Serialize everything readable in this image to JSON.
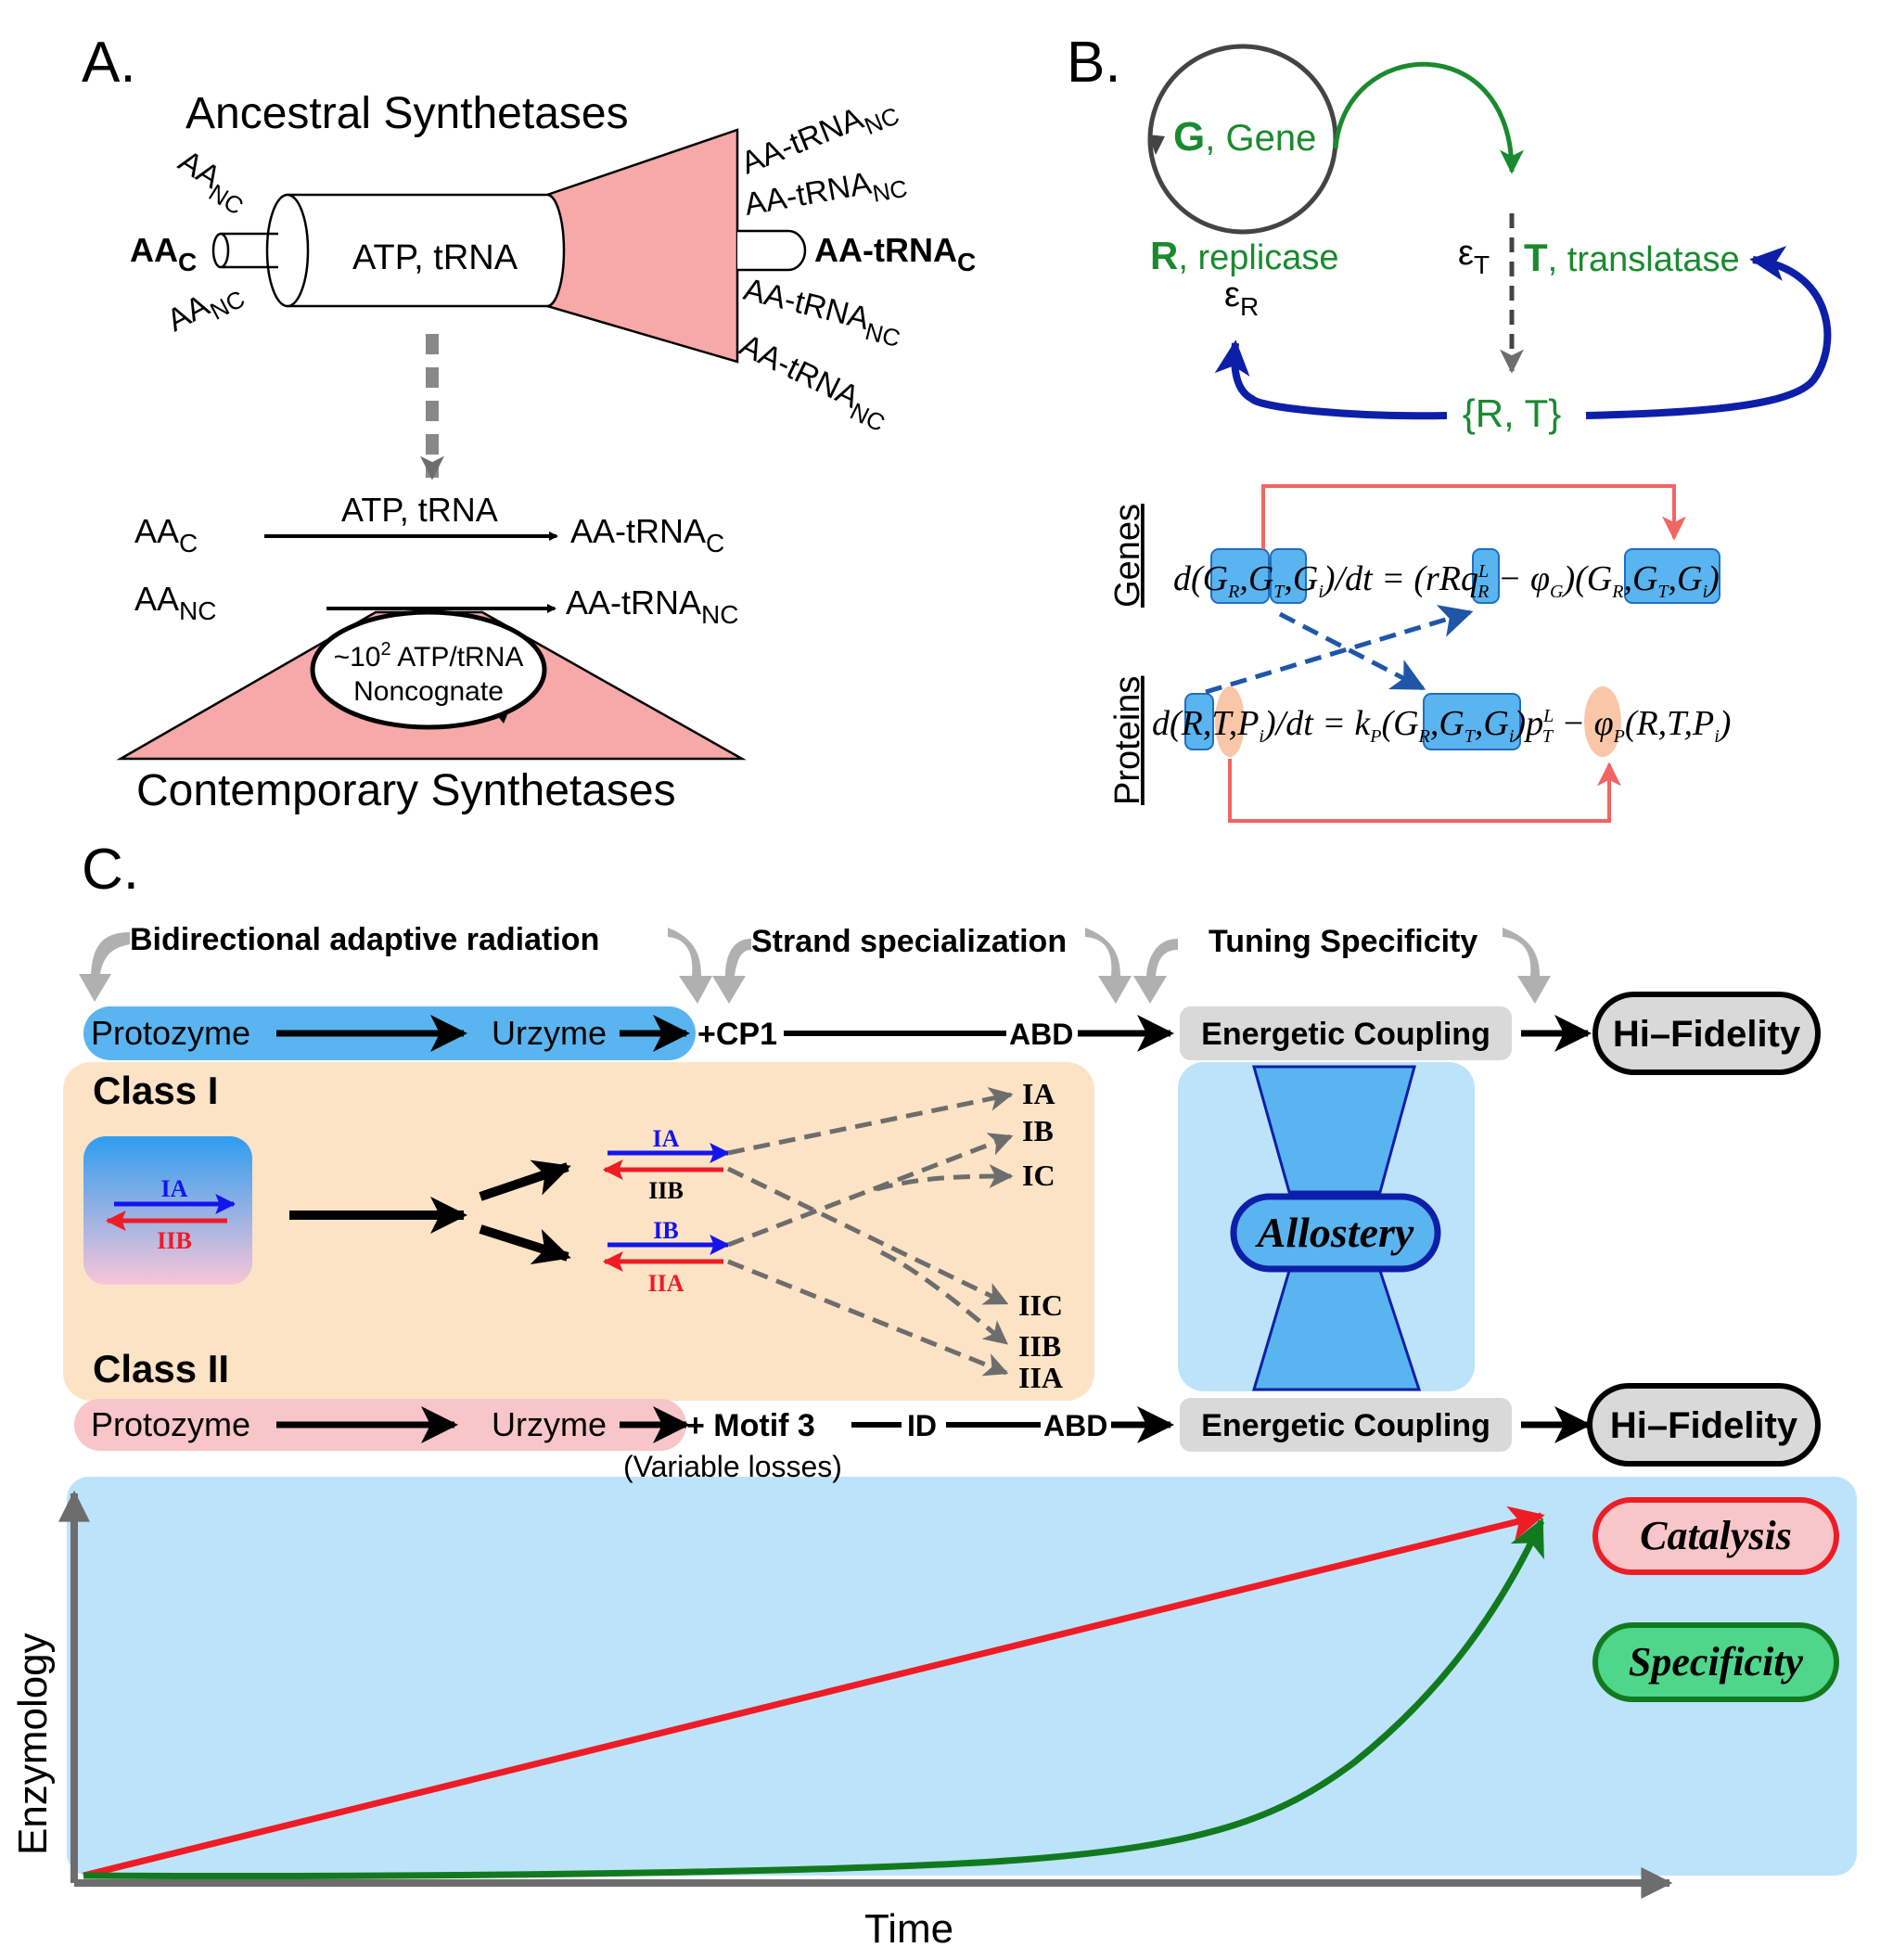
{
  "panelA": {
    "label": "A.",
    "ancestral_title": "Ancestral Synthetases",
    "cylinder_label": "ATP, tRNA",
    "aa_nc": "AA",
    "nc_sub": "NC",
    "aa_c": "AA",
    "c_sub": "C",
    "aa_trna": "AA-tRNA",
    "aa_trna_c": "AA-tRNA",
    "arrow_label": "ATP, tRNA",
    "lower_aa_c": "AA",
    "lower_aa_nc": "AA",
    "lower_out_c": "AA-tRNA",
    "lower_out_nc": "AA-tRNA",
    "cycle_line1_prefix": "~10",
    "cycle_line1_exp": "2",
    "cycle_line1_suffix": " ATP/tRNA",
    "cycle_line2": "Noncognate",
    "contemporary_title": "Contemporary Synthetases"
  },
  "panelB": {
    "label": "B.",
    "gene_symbol": "G",
    "gene_text": ", Gene",
    "replicase_symbol": "R",
    "replicase_text": ", replicase",
    "eps": "ε",
    "eps_r_sub": "R",
    "eps_t_sub": "T",
    "translatase_symbol": "T",
    "translatase_text": ", translatase",
    "rt_set": "{R, T}",
    "genes_label": "Genes",
    "proteins_label": "Proteins",
    "eq_genes": {
      "d": "d",
      "open": "(",
      "gr": "G",
      "r": "R",
      "comma": ",",
      "gt": "G",
      "t": "T",
      "gi": ",G",
      "i": "i",
      "close_dt": ")/dt = (",
      "rr": "r",
      "rcap": "R",
      "q": "q",
      "l": "L",
      "minus": " − φ",
      "g": "G",
      "close": ")(",
      "end": ")"
    },
    "eq_proteins": {
      "d": "d",
      "open": "(",
      "rcap": "R",
      "comma": ",",
      "tcap": "T",
      "pi": ",P",
      "i": "i",
      "close_dt": ")/dt = k",
      "p": "P",
      "paren": "(",
      "gr": "G",
      "r": "R",
      "gt": "G",
      "t": "T",
      "gi": ",G",
      "close": ")",
      "pt": "p",
      "l": "L",
      "minus": " − φ",
      "tail": "(R,T,P",
      "end": ")"
    }
  },
  "panelC": {
    "label": "C.",
    "phase1": "Bidirectional adaptive radiation",
    "phase2": "Strand specialization",
    "phase3": "Tuning Specificity",
    "class1_row": {
      "protozyme": "Protozyme",
      "urzyme": "Urzyme",
      "cp1": "+CP1",
      "abd": "ABD",
      "coupling": "Energetic Coupling",
      "fidelity": "Hi–Fidelity"
    },
    "class2_row": {
      "protozyme": "Protozyme",
      "urzyme": "Urzyme",
      "motif": "+ Motif 3",
      "id": "ID",
      "abd": "ABD",
      "coupling": "Energetic Coupling",
      "fidelity": "Hi–Fidelity",
      "losses": "(Variable losses)"
    },
    "class1_label": "Class I",
    "class2_label": "Class II",
    "strand_ia": "IA",
    "strand_iib": "IIB",
    "strand_ib": "IB",
    "strand_iia": "IIA",
    "targets": [
      "IA",
      "IB",
      "IC",
      "IIC",
      "IIB",
      "IIA"
    ],
    "allostery": "Allostery",
    "catalysis": "Catalysis",
    "specificity": "Specificity",
    "y_axis": "Enzymology",
    "x_axis": "Time"
  },
  "colors": {
    "salmon": "#f7a8a8",
    "blue_box": "#5ab4f0",
    "light_blue": "#bde3fb",
    "peach": "#fde3c6",
    "pink_box": "#f8c5c8",
    "gray_box": "#d9d9d9",
    "green": "#1a8a2e",
    "navy": "#0d1fa8",
    "red": "#ee1c25",
    "dark_green": "#127a1e",
    "coral": "#f26563"
  }
}
